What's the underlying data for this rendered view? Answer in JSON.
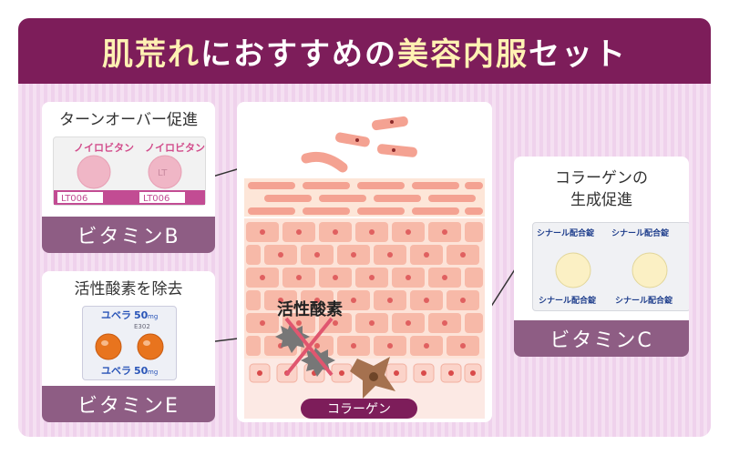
{
  "title": {
    "part1": "肌荒れ",
    "part2": "におすすめの",
    "part3": "美容内服",
    "part4": "セット"
  },
  "card_b": {
    "label": "ターンオーバー促進",
    "vitamin": "ビタミンB",
    "pack_name_1": "ノイロビタン",
    "pack_name_2": "ノイロビタン",
    "code_1": "LT006",
    "code_2": "LT006",
    "pill_mark": "LT"
  },
  "card_e": {
    "label": "活性酸素を除去",
    "vitamin": "ビタミンE",
    "pack_brand_1": "ユベラ",
    "pack_dose_1": "50",
    "pack_unit_1": "mg",
    "pack_code": "E302",
    "pack_brand_2": "ユベラ",
    "pack_dose_2": "50",
    "pack_unit_2": "mg"
  },
  "card_c": {
    "label_line1": "コラーゲンの",
    "label_line2": "生成促進",
    "vitamin": "ビタミンC",
    "pack_top": "シナール配合錠",
    "pack_top_2": "シナール配合錠",
    "pack_bottom_1": "シナール配合錠",
    "pack_bottom_2": "シナール配合錠"
  },
  "diagram": {
    "radical_label": "活性酸素",
    "collagen_label": "コラーゲン"
  },
  "colors": {
    "title_bg": "#7d1d5a",
    "title_highlight": "#fff1b3",
    "badge": "#8e5d84",
    "skin_cell": "#f7b9a8",
    "collagen_fiber": "#a5714f"
  }
}
